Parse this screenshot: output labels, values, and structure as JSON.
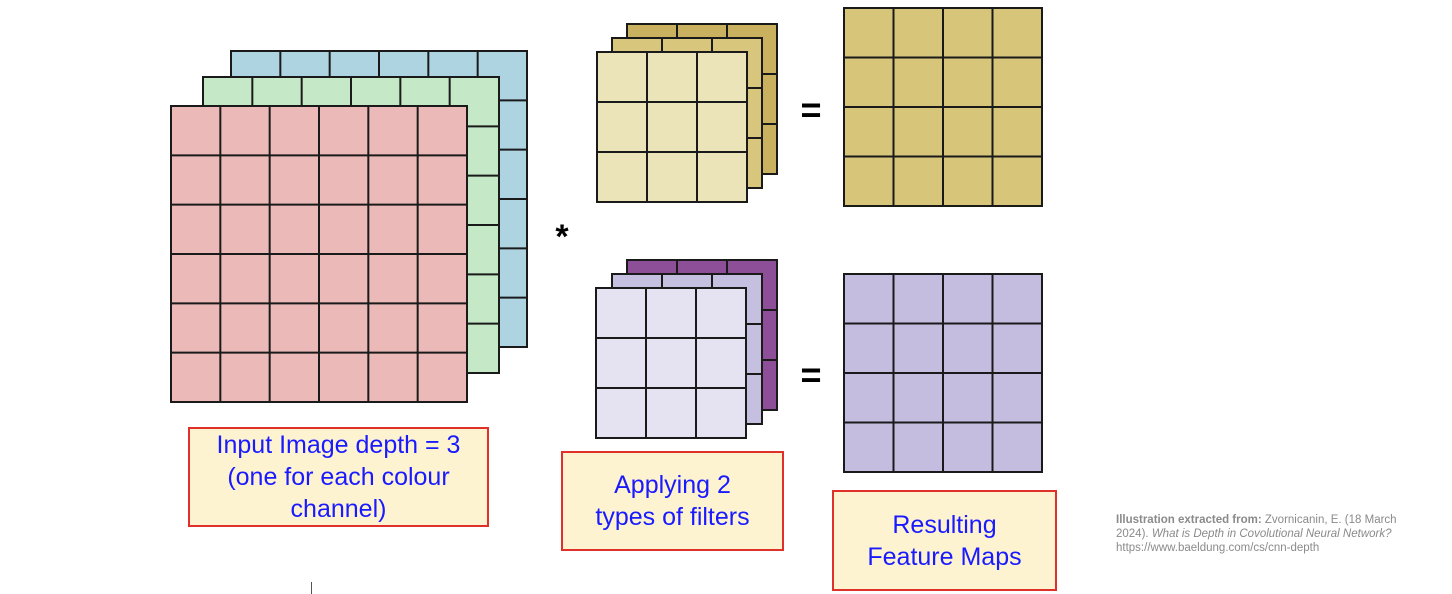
{
  "diagram": {
    "operator_convolve": "*",
    "operator_equals": "=",
    "input_stack": {
      "layers": 3,
      "grid": 6,
      "colors": [
        "#aed4e2",
        "#c5e8c6",
        "#ebbab8"
      ]
    },
    "filter_stacks": [
      {
        "layers": 3,
        "grid": 3,
        "colors": [
          "#c9b15f",
          "#d9c67d",
          "#ebe4b9"
        ]
      },
      {
        "layers": 3,
        "grid": 3,
        "colors": [
          "#8d4f98",
          "#c6c0e0",
          "#e5e3f2"
        ]
      }
    ],
    "feature_maps": [
      {
        "grid": 4,
        "color": "#d7c67a"
      },
      {
        "grid": 4,
        "color": "#c4bde0"
      }
    ]
  },
  "labels": {
    "input": [
      "Input Image depth = 3",
      "(one for each colour",
      "channel)"
    ],
    "filters": [
      "Applying 2",
      "types of filters"
    ],
    "feature_maps": [
      "Resulting",
      "Feature Maps"
    ]
  },
  "caption": {
    "prefix_bold": "Illustration extracted from:",
    "authors": " Zvornicanin, E. (18 March 2024). ",
    "title_italic": "What is Depth in Covolutional Neural Network?",
    "url": "https://www.baeldung.com/cs/cnn-depth"
  },
  "colors": {
    "label_fill": "#fdf3d0",
    "label_border": "#e0302a",
    "label_text": "#1a1aff",
    "caption_text": "#8a8a8a"
  }
}
